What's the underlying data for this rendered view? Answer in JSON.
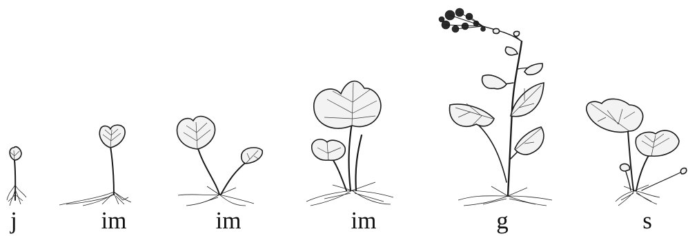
{
  "diagram": {
    "stages": [
      {
        "label": "j"
      },
      {
        "label": "im"
      },
      {
        "label": "im"
      },
      {
        "label": "im"
      },
      {
        "label": "g"
      },
      {
        "label": "s"
      }
    ]
  }
}
